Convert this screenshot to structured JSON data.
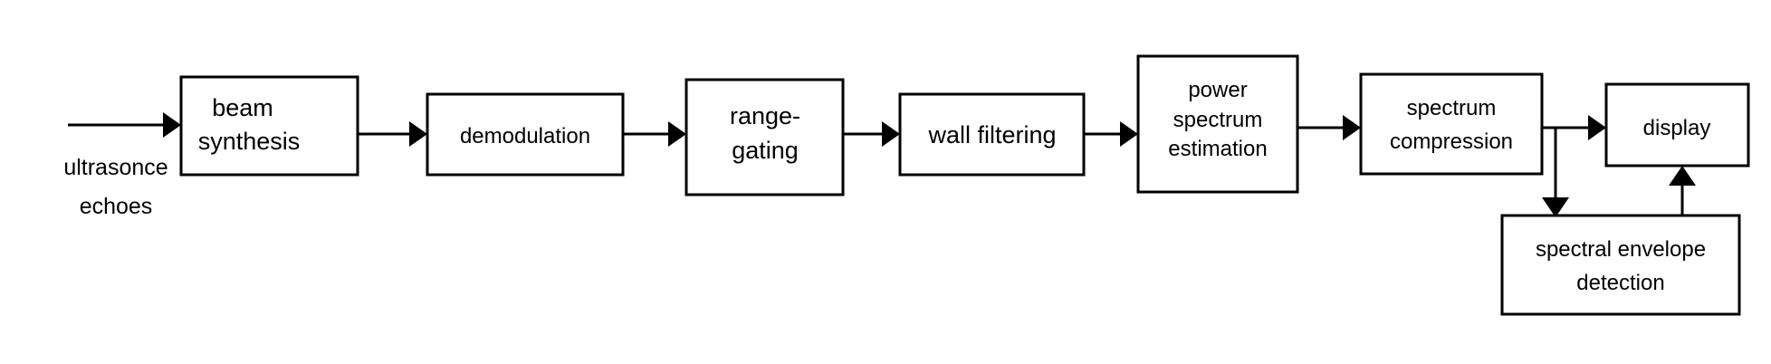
{
  "diagram": {
    "input": {
      "lines": [
        "ultrasonce",
        "echoes"
      ]
    },
    "blocks": {
      "beam_synthesis": {
        "lines": [
          "beam",
          "synthesis"
        ]
      },
      "demodulation": {
        "lines": [
          "demodulation"
        ]
      },
      "range_gating": {
        "lines": [
          "range-",
          "gating"
        ]
      },
      "wall_filtering": {
        "lines": [
          "wall filtering"
        ]
      },
      "power_spectrum_estimation": {
        "lines": [
          "power",
          "spectrum",
          "estimation"
        ]
      },
      "spectrum_compression": {
        "lines": [
          "spectrum",
          "compression"
        ]
      },
      "display": {
        "lines": [
          "display"
        ]
      },
      "spectral_envelope_detection": {
        "lines": [
          "spectral envelope",
          "detection"
        ]
      }
    }
  }
}
